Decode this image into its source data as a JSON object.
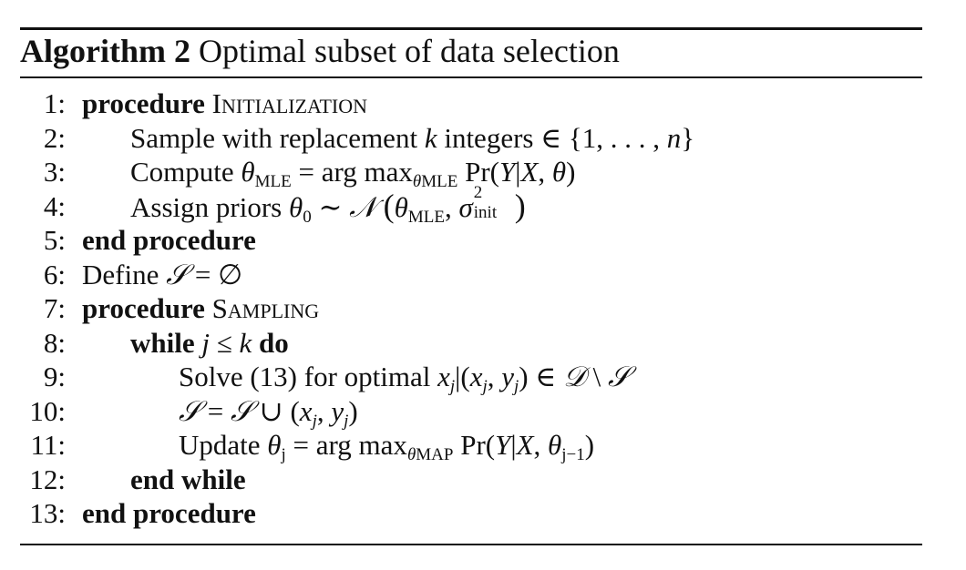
{
  "algorithm": {
    "label": "Algorithm 2",
    "title": "Optimal subset of data selection"
  },
  "lines": [
    {
      "n": "1:",
      "keyword": "procedure",
      "name": "Initialization"
    },
    {
      "n": "2:",
      "text": "Sample with replacement",
      "var": "k",
      "text2": "integers",
      "set": "∈ {1, . . . , n}"
    },
    {
      "n": "3:",
      "text": "Compute",
      "math": "θMLE = arg maxθMLE Pr(Y|X, θ)"
    },
    {
      "n": "4:",
      "text": "Assign priors",
      "math": "θ0 ∼ N (θMLE, σ²init)"
    },
    {
      "n": "5:",
      "keyword": "end procedure"
    },
    {
      "n": "6:",
      "text": "Define",
      "math": "S = ∅"
    },
    {
      "n": "7:",
      "keyword": "procedure",
      "name": "Sampling"
    },
    {
      "n": "8:",
      "keyword": "while",
      "cond": "j ≤ k",
      "keyword2": "do"
    },
    {
      "n": "9:",
      "text": "Solve (13) for optimal",
      "math": "xj|(xj, yj) ∈ D \\ S"
    },
    {
      "n": "10:",
      "math": "S = S ∪ (xj, yj)"
    },
    {
      "n": "11:",
      "text": "Update",
      "math": "θj = arg maxθMAP Pr(Y|X, θj−1)"
    },
    {
      "n": "12:",
      "keyword": "end while"
    },
    {
      "n": "13:",
      "keyword": "end procedure"
    }
  ]
}
